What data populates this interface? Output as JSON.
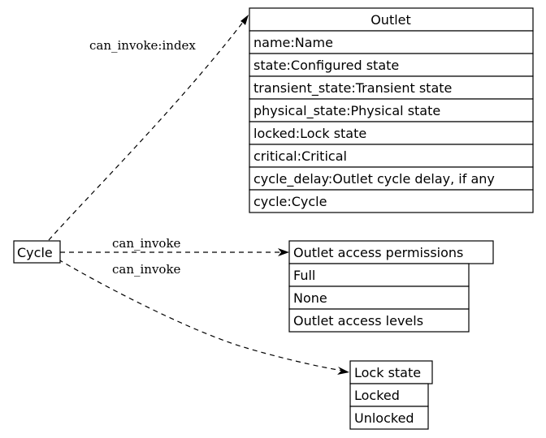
{
  "source_node": {
    "label": "Cycle"
  },
  "outlet": {
    "title": "Outlet",
    "rows": [
      "name:Name",
      "state:Configured state",
      "transient_state:Transient state",
      "physical_state:Physical state",
      "locked:Lock state",
      "critical:Critical",
      "cycle_delay:Outlet cycle delay, if any",
      "cycle:Cycle"
    ]
  },
  "access_permissions": {
    "title": "Outlet access permissions",
    "rows": [
      "Full",
      "None",
      "Outlet access levels"
    ]
  },
  "lock_state": {
    "title": "Lock state",
    "rows": [
      "Locked",
      "Unlocked"
    ]
  },
  "edges": [
    {
      "from": "Cycle",
      "to": "Outlet",
      "label": "can_invoke:index"
    },
    {
      "from": "Cycle",
      "to": "Outlet access permissions",
      "label": "can_invoke"
    },
    {
      "from": "Cycle",
      "to": "Lock state",
      "label": "can_invoke"
    }
  ]
}
